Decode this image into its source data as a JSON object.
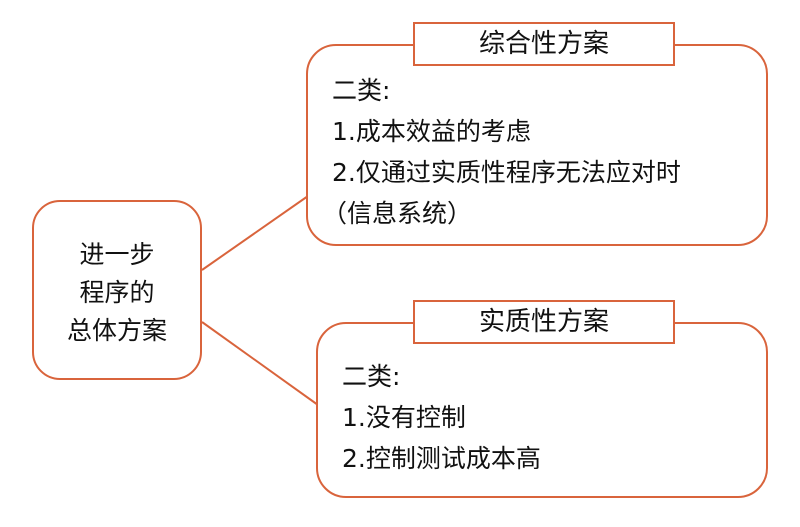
{
  "colors": {
    "accent": "#d9643c",
    "text": "#111111",
    "background": "#ffffff"
  },
  "root": {
    "lines": [
      "进一步",
      "程序的",
      "总体方案"
    ]
  },
  "branches": [
    {
      "title": "综合性方案",
      "lines": [
        "二类:",
        "1.成本效益的考虑",
        "2.仅通过实质性程序无法应对时",
        "（信息系统）"
      ]
    },
    {
      "title": "实质性方案",
      "lines": [
        "二类:",
        "1.没有控制",
        "2.控制测试成本高"
      ]
    }
  ]
}
